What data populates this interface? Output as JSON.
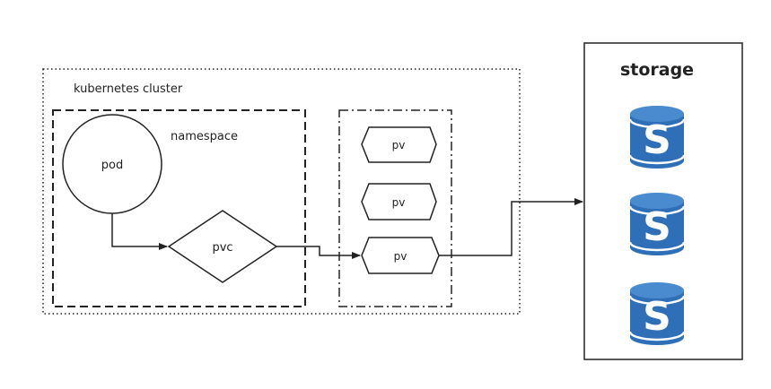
{
  "diagram": {
    "cluster_label": "kubernetes cluster",
    "namespace_label": "namespace",
    "pod_label": "pod",
    "pvc_label": "pvc",
    "pv_labels": [
      "pv",
      "pv",
      "pv"
    ],
    "storage_label": "storage",
    "storage_icon_letter": "S",
    "storage_icon_count": 3,
    "icon_names": [
      "storage-cylinder-icon"
    ],
    "colors": {
      "line": "#222222",
      "icon_top": "#4a8bd0",
      "icon_body": "#2e6fb7",
      "icon_band": "#ffffff"
    },
    "connections": [
      {
        "from": "pod",
        "to": "pvc"
      },
      {
        "from": "pvc",
        "to": "pv-3"
      },
      {
        "from": "pv-3",
        "to": "storage"
      }
    ]
  }
}
